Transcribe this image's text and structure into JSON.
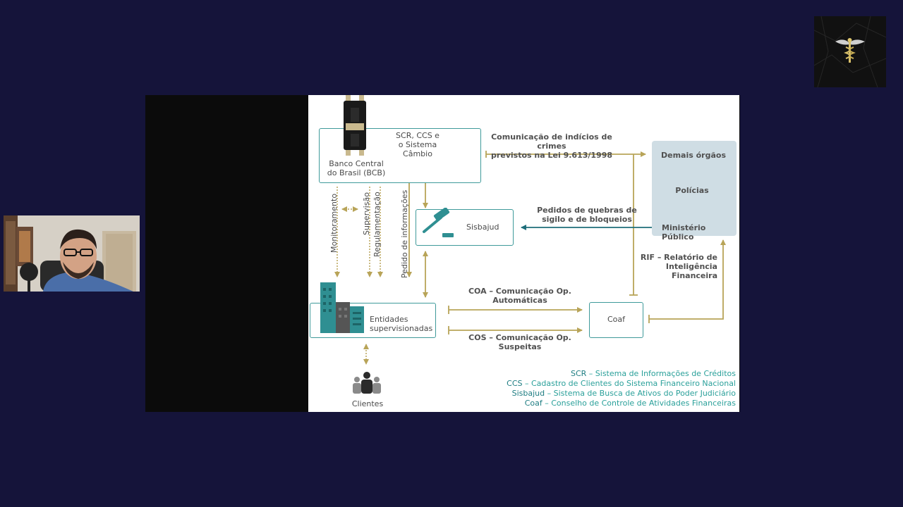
{
  "diagram": {
    "bcb": {
      "name_line1": "Banco Central",
      "name_line2": "do Brasil (BCB)"
    },
    "scr_ccs": {
      "line1": "SCR, CCS e",
      "line2": "o Sistema",
      "line3": "Câmbio"
    },
    "monitoramento": "Monitoramento",
    "supervisao": "Supervisão",
    "regulamentacao": "Regulamentação",
    "pedido_informacoes": "Pedido de informações",
    "sisbajud": "Sisbajud",
    "entidades": {
      "line1": "Entidades",
      "line2": "supervisionadas"
    },
    "clientes": "Clientes",
    "coaf": "Coaf",
    "coa": {
      "line1": "COA – Comunicação Op.",
      "line2": "Automáticas"
    },
    "cos": {
      "line1": "COS – Comunicação Op.",
      "line2": "Suspeitas"
    },
    "comunicacao": {
      "line1": "Comunicação de indícios de crimes",
      "line2": "previstos na Lei 9.613/1998"
    },
    "pedidos_quebras": {
      "line1": "Pedidos de quebras de",
      "line2": "sigilo e de bloqueios"
    },
    "demais_orgaos": "Demais órgãos",
    "policias": "Polícias",
    "ministerio_publico": "Ministério Público",
    "rif": {
      "line1": "RIF – Relatório de",
      "line2": "Inteligência",
      "line3": "Financeira"
    },
    "legend": [
      {
        "abbr": "SCR",
        "text": " – Sistema de Informações de Créditos"
      },
      {
        "abbr": "CCS",
        "text": " – Cadastro de Clientes do Sistema Financeiro Nacional"
      },
      {
        "abbr": "Sisbajud",
        "text": " – Sistema de Busca de Ativos do Poder Judiciário"
      },
      {
        "abbr": "Coaf",
        "text": " – Conselho de Controle de Atividades Financeiras"
      }
    ]
  },
  "colors": {
    "arrow_gold": "#b8a458",
    "arrow_teal": "#1e6e7a",
    "box_border": "#3f9a9a",
    "panel_bg": "#cfdde4",
    "page_bg": "#15143a"
  },
  "icons": [
    "bank-building-icon",
    "gavel-icon",
    "office-buildings-icon",
    "people-group-icon",
    "caduceus-logo-icon"
  ]
}
